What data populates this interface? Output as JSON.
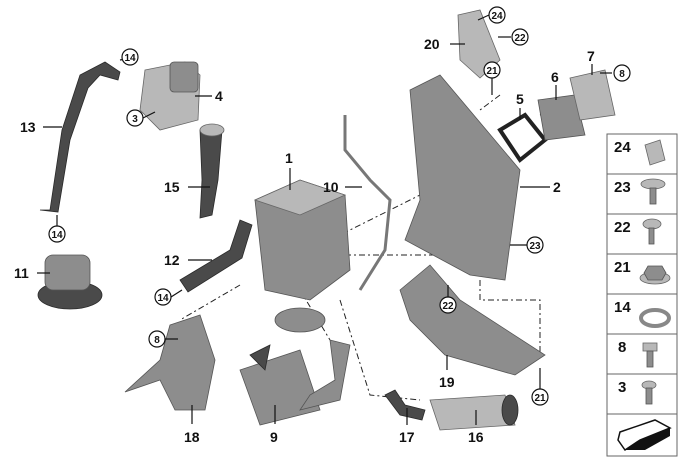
{
  "labels": {
    "p1": "1",
    "p2": "2",
    "p3": "3",
    "p4": "4",
    "p5": "5",
    "p6": "6",
    "p7": "7",
    "p8": "8",
    "p9": "9",
    "p10": "10",
    "p11": "11",
    "p12": "12",
    "p13": "13",
    "p14": "14",
    "p15": "15",
    "p16": "16",
    "p17": "17",
    "p18": "18",
    "p19": "19",
    "p20": "20",
    "p21": "21",
    "p22": "22",
    "p23": "23",
    "p24": "24"
  },
  "legend": [
    "24",
    "23",
    "22",
    "21",
    "14",
    "8",
    "3"
  ]
}
